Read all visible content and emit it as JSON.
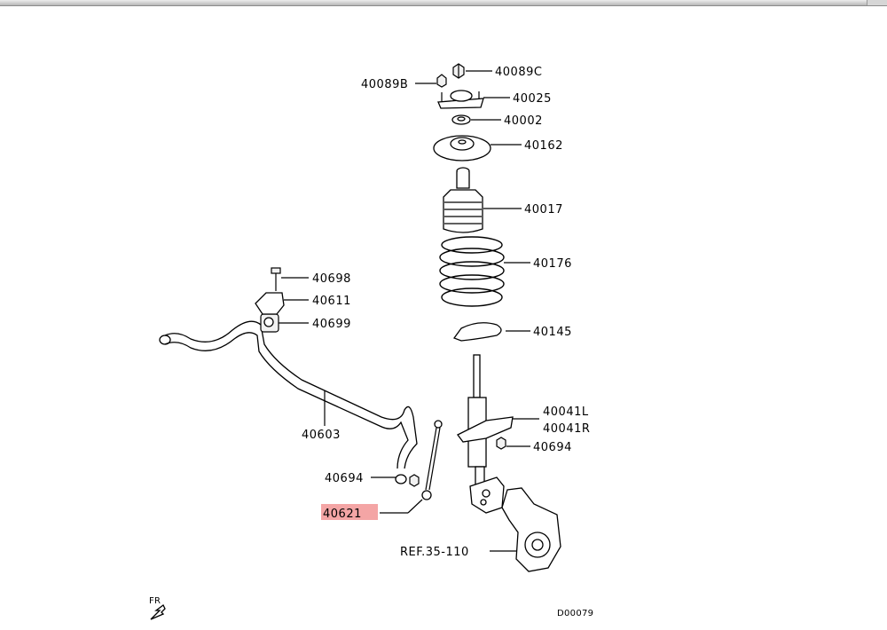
{
  "window": {
    "scrollbar_label": ""
  },
  "diagram": {
    "code": "D00079",
    "direction": "FR",
    "highlight_color": "#f4a5a5",
    "parts": [
      {
        "id": "40089C",
        "label": "40089C",
        "highlighted": false
      },
      {
        "id": "40089B",
        "label": "40089B",
        "highlighted": false
      },
      {
        "id": "40025",
        "label": "40025",
        "highlighted": false
      },
      {
        "id": "40002",
        "label": "40002",
        "highlighted": false
      },
      {
        "id": "40162",
        "label": "40162",
        "highlighted": false
      },
      {
        "id": "40017",
        "label": "40017",
        "highlighted": false
      },
      {
        "id": "40176",
        "label": "40176",
        "highlighted": false
      },
      {
        "id": "40698",
        "label": "40698",
        "highlighted": false
      },
      {
        "id": "40611",
        "label": "40611",
        "highlighted": false
      },
      {
        "id": "40699",
        "label": "40699",
        "highlighted": false
      },
      {
        "id": "40145",
        "label": "40145",
        "highlighted": false
      },
      {
        "id": "40041L",
        "label": "40041L",
        "highlighted": false
      },
      {
        "id": "40041R",
        "label": "40041R",
        "highlighted": false
      },
      {
        "id": "40603",
        "label": "40603",
        "highlighted": false
      },
      {
        "id": "40694a",
        "label": "40694",
        "highlighted": false
      },
      {
        "id": "40694b",
        "label": "40694",
        "highlighted": false
      },
      {
        "id": "40621",
        "label": "40621",
        "highlighted": true
      },
      {
        "id": "REF",
        "label": "REF.35-110",
        "highlighted": false
      }
    ]
  }
}
